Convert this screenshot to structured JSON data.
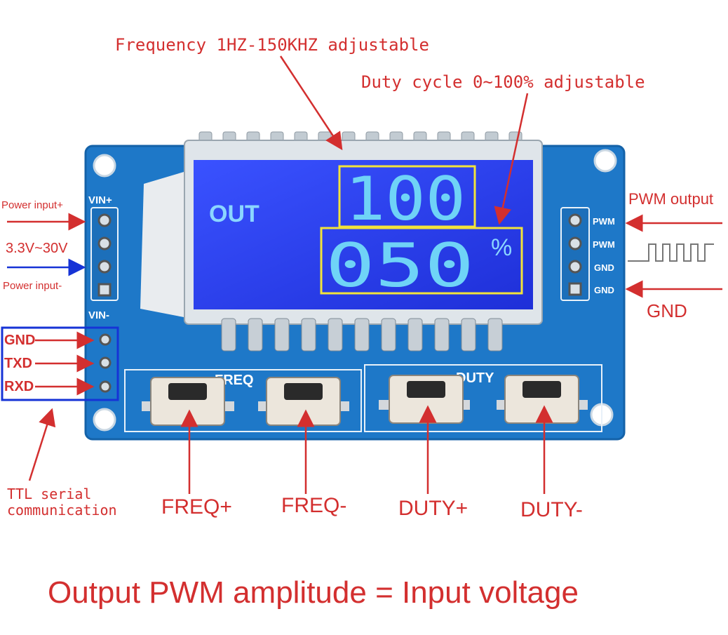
{
  "annotations": {
    "frequency": "Frequency 1HZ-150KHZ adjustable",
    "duty_cycle": "Duty cycle 0~100% adjustable",
    "power_input_plus": "Power input+",
    "voltage_range": "3.3V~30V",
    "power_input_minus": "Power input-",
    "pwm_output": "PWM output",
    "gnd_right": "GND",
    "gnd_serial": "GND",
    "txd": "TXD",
    "rxd": "RXD",
    "ttl_line1": "TTL serial",
    "ttl_line2": "communication",
    "freq_plus": "FREQ+",
    "freq_minus": "FREQ-",
    "duty_plus": "DUTY+",
    "duty_minus": "DUTY-",
    "footer": "Output PWM amplitude = Input voltage"
  },
  "board": {
    "vin_plus": "VIN+",
    "vin_minus": "VIN-",
    "pin_pwm1": "PWM",
    "pin_pwm2": "PWM",
    "pin_gnd1": "GND",
    "pin_gnd2": "GND",
    "freq_group": "FREQ",
    "duty_group": "DUTY"
  },
  "display": {
    "out": "OUT",
    "frequency_value": "100",
    "duty_value": "050",
    "percent": "%"
  },
  "colors": {
    "board_blue": "#1e78c8",
    "lcd_blue": "#2a3df0",
    "annotation_red": "#d32f2f",
    "arrow_blue": "#1633d6",
    "highlight_yellow": "#f2e33a"
  }
}
